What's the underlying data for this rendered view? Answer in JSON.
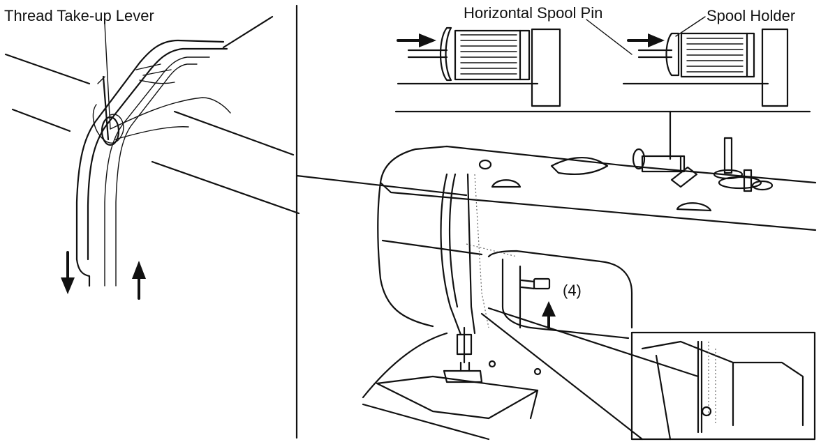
{
  "labels": {
    "thread_take_up_lever": "Thread Take-up Lever",
    "horizontal_spool_pin": "Horizontal Spool Pin",
    "spool_holder": "Spool Holder",
    "step_number": "(4)"
  }
}
